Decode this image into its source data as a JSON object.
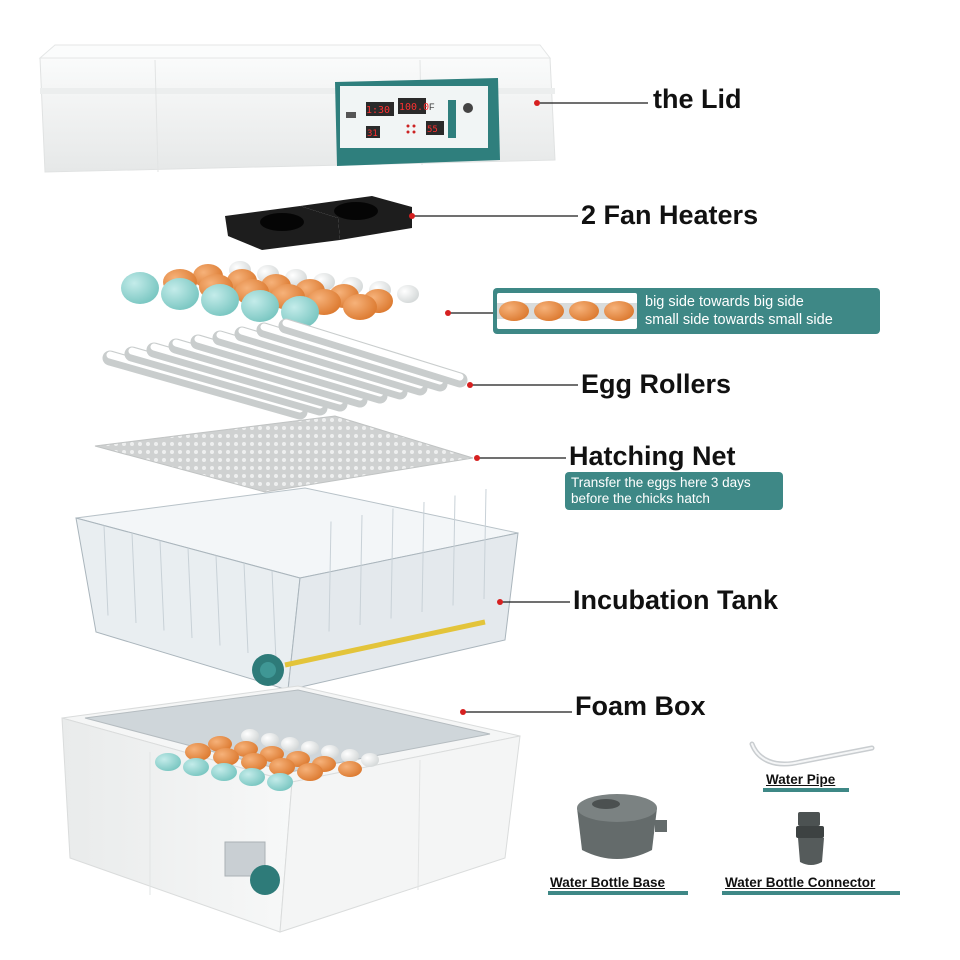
{
  "components": {
    "lid": "the Lid",
    "fan_heaters": "2 Fan Heaters",
    "egg_rollers": "Egg Rollers",
    "hatching_net": "Hatching Net",
    "incubation_tank": "Incubation Tank",
    "foam_box": "Foam Box"
  },
  "notes": {
    "egg_orientation_line1": "big side towards big side",
    "egg_orientation_line2": "small side towards small side",
    "hatching_net_note_line1": "Transfer the eggs here 3 days",
    "hatching_net_note_line2": "before the chicks hatch"
  },
  "accessories": {
    "water_pipe": "Water Pipe",
    "water_bottle_base": "Water Bottle Base",
    "water_bottle_connector": "Water Bottle Connector"
  },
  "control_panel": {
    "display_1": "1:30",
    "display_2": "100.0",
    "unit": "F",
    "display_3": "31",
    "display_4": "55"
  },
  "colors": {
    "accent_teal": "#3e8886",
    "pointer_red": "#d62020",
    "egg_orange": "#e8883e",
    "egg_blue": "#8fd3cf",
    "foam_white": "#f2f3f3"
  }
}
